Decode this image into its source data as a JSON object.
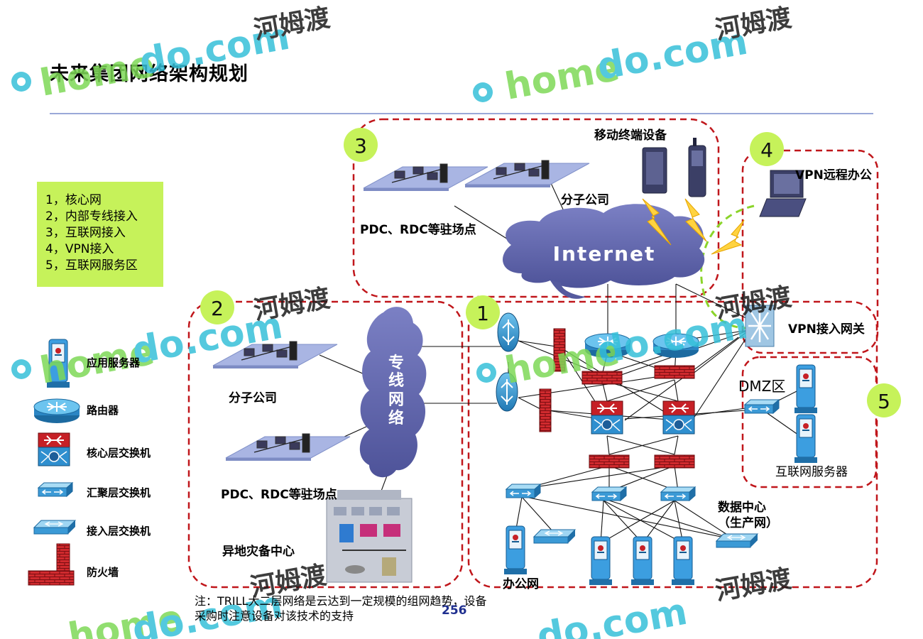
{
  "title": "未来集团网络架构规划",
  "legend_list": [
    "1，核心网",
    "2，内部专线接入",
    "3，互联网接入",
    "4，VPN接入",
    "5，互联网服务区"
  ],
  "zones": {
    "zone1": "1",
    "zone2": "2",
    "zone3": "3",
    "zone4": "4",
    "zone5": "5"
  },
  "clouds": {
    "internet": "Internet",
    "private_line": "专线网络"
  },
  "labels": {
    "mobile_devices": "移动终端设备",
    "vpn_remote_office": "VPN远程办公",
    "branch_top": "分子公司",
    "pdc_rdc_top": "PDC、RDC等驻场点",
    "vpn_gateway": "VPN接入网关",
    "dmz": "DMZ区",
    "internet_servers": "互联网服务器",
    "branch_left": "分子公司",
    "pdc_rdc_left": "PDC、RDC等驻场点",
    "disaster_recovery": "异地灾备中心",
    "data_center_1": "数据中心",
    "data_center_2": "（生产网）",
    "office_network": "办公网"
  },
  "device_key": [
    {
      "icon": "app-server-icon",
      "label": "应用服务器"
    },
    {
      "icon": "router-icon",
      "label": "路由器"
    },
    {
      "icon": "core-switch-icon",
      "label": "核心层交换机"
    },
    {
      "icon": "aggregation-switch-icon",
      "label": "汇聚层交换机"
    },
    {
      "icon": "access-switch-icon",
      "label": "接入层交换机"
    },
    {
      "icon": "firewall-icon",
      "label": "防火墙"
    }
  ],
  "note": {
    "line1": "注：TRILL大二层网络是云达到一定规模的组网趋势，设备",
    "line2": "采购时注意设备对该技术的支持"
  },
  "page_number": "256",
  "watermark": {
    "brand": "homedo.com",
    "cn": "河姆渡"
  },
  "colors": {
    "zone_border": "#c0161b",
    "zone_badge": "#c6f25a",
    "cloud": "#6a6fb6",
    "firewall": "#c62026",
    "switch": "#4aa3d9",
    "watermark_green": "#7ed957",
    "watermark_blue": "#36c0d8"
  }
}
